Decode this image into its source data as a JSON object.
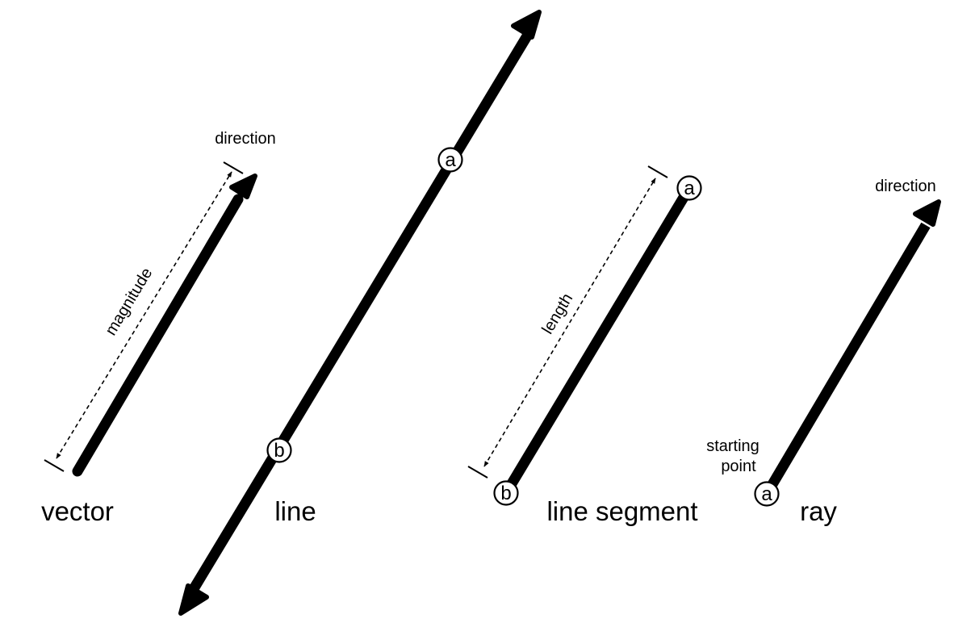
{
  "diagram": {
    "vector": {
      "name": "vector",
      "direction_label": "direction",
      "magnitude_label": "magnitude"
    },
    "line": {
      "name": "line",
      "point_a": "a",
      "point_b": "b"
    },
    "segment": {
      "name": "line segment",
      "length_label": "length",
      "point_a": "a",
      "point_b": "b"
    },
    "ray": {
      "name": "ray",
      "direction_label": "direction",
      "start_label_line1": "starting",
      "start_label_line2": "point",
      "point_a": "a"
    }
  }
}
